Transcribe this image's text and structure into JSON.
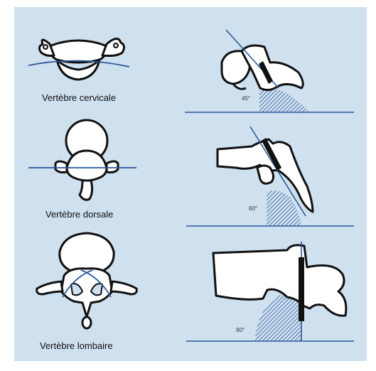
{
  "labels": {
    "cervical": "Vertèbre cervicale",
    "dorsal": "Vertèbre dorsale",
    "lumbar": "Vertèbre lombaire"
  },
  "angles": {
    "cervical": "45°",
    "dorsal": "60°",
    "lumbar": "90°"
  },
  "colors": {
    "background": "#cfe0ef",
    "line": "#2a5a9a",
    "outline": "#111111",
    "fill": "#ffffff"
  }
}
